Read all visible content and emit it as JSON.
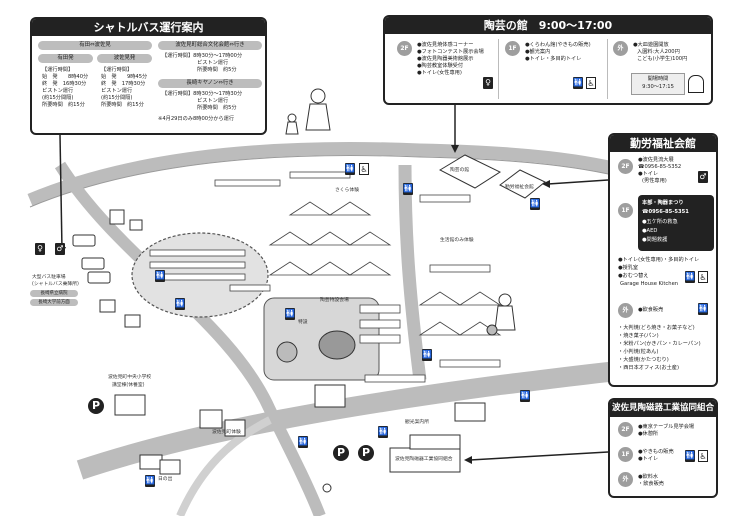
{
  "shuttle": {
    "title": "シャトルバス運行案内",
    "route_header": "有田⇔波佐見",
    "arita_col": "有田発",
    "hasami_col": "波佐見発",
    "arita_lines": [
      "【運行時間】",
      "始　発　　8時40分",
      "終　発　16時30分",
      "ピストン運行",
      "(約15分間隔)",
      "所要時間　約15分"
    ],
    "hasami_lines": [
      "【運行時間】",
      "始　発　　9時45分",
      "終　発　17時30分",
      "ピストン運行",
      "(約15分間隔)",
      "所要時間　約15分"
    ],
    "bunka_title": "波佐見町総合文化会館⇔行き",
    "bunka_lines": [
      "【運行時間】8時30分～17時00分",
      "ピストン運行",
      "所要時間　約5分"
    ],
    "kyanpon_title": "長崎キヤノン⇔行き",
    "kyanpon_lines": [
      "【運行時間】8時30分～17時30分",
      "ピストン運行",
      "所要時間　約5分"
    ],
    "note": "※4月29日のみ8時00分から運行"
  },
  "tougei": {
    "title": "陶芸の館　9:00～17:00",
    "f2": "2F",
    "f2_items": [
      "●波佐見焼体感コーナー",
      "●フォトコンテスト展示会場",
      "●波佐見陶器美術館展示",
      "●陶芸教室体験受付",
      "●トイレ(女性専用)"
    ],
    "f1": "1F",
    "f1_items": [
      "●くらわん館(やきもの販売)",
      "●観光案内",
      "●トイレ・多目的トイレ"
    ],
    "out": "外",
    "out_items": [
      "●大皿遊園開放",
      "入園料:大人200円",
      "こども(小学生)100円"
    ],
    "hours_label": "開場時間",
    "hours": "9:30～17:15"
  },
  "kinrou": {
    "title": "勤労福祉会館",
    "f2": "2F",
    "f2_items": [
      "●波佐見流大展",
      "☎0956-85-5352",
      "●トイレ",
      "(男性専用)"
    ],
    "f1": "1F",
    "dark_lines": [
      "本部・陶器まつり",
      "☎0956-85-5351",
      "●五ケ所の救急",
      "●AED",
      "●問題救護"
    ],
    "f1_items": [
      "●トイレ(女性専用)・多目的トイレ",
      "●授乳室",
      "●おむつ替え",
      "Garage House Kitchen"
    ],
    "out": "外",
    "out_items": [
      "●飲食販売",
      "・大判焼(どら焼き・お菓子など)",
      "・焼き菓子(パン)",
      "・米粉パン(かきパン・カレーパン)",
      "・小判焼(粒あん)",
      "・大盛焼(かたつむり)",
      "・西日本オフィス(お土産)"
    ]
  },
  "kumiai": {
    "title": "波佐見陶磁器工業協同組合",
    "f2": "2F",
    "f2_items": [
      "●東京テーブル見学会場",
      "●休憩所"
    ],
    "f1": "1F",
    "f1_items": [
      "●やきもの販売",
      "●トイレ"
    ],
    "out": "外",
    "out_items": [
      "●飲料水",
      "・飲食販売"
    ]
  },
  "map": {
    "labels": {
      "sakura": "さくら体験",
      "tougei_bldg": "陶芸の館",
      "kinrou_bldg": "勤労福祉会館",
      "stage": "陶芸特設会場",
      "pavilion": "特設",
      "school": "波佐見町中央小学校",
      "school2": "講堂棟(休養室)",
      "kumiai_bldg": "波佐見陶磁器工業協同組合",
      "kanko": "観光案内所",
      "bus_note1": "大型バス駐車場",
      "bus_note2": "(シャトルバス乗降所)",
      "bus_p1": "長崎県立病院",
      "bus_p2": "長崎大学前方面",
      "hotel": "日の出",
      "shop": "波佐見町体験",
      "nagasaki": "生活館のみ体験"
    }
  },
  "icons": {
    "toilet": "toilet-icon",
    "wheelchair": "wheelchair-icon",
    "parking": "parking-icon"
  },
  "symbols": {
    "toilet": "🚻",
    "male": "♂",
    "female": "♀",
    "wheelchair": "♿",
    "parking": "P"
  },
  "colors": {
    "road": "#bcbcbc",
    "panel_header": "#222222",
    "badge": "#9e9e9e"
  }
}
